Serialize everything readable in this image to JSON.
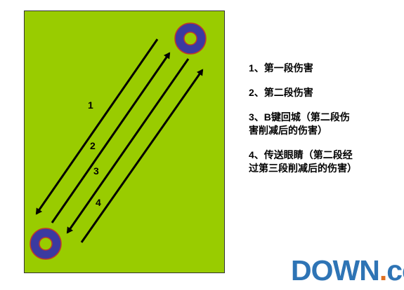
{
  "diagram": {
    "background_color": "#99cc00",
    "ring_outer_color": "#3b3aa0",
    "ring_border_color": "#c0392b",
    "ring_inner_color": "#99cc00",
    "arrow_color": "#000000",
    "path_labels": [
      "1",
      "2",
      "3",
      "4"
    ]
  },
  "legend": [
    "1、第一段伤害",
    "2、第二段伤害",
    "3、B键回城（第二段伤害削减后的伤害）",
    "4、传送眼睛（第二段经过第三段削减后的伤害）"
  ],
  "watermark": {
    "part1": "DOWN",
    "part2": ".",
    "part3": "cc"
  }
}
